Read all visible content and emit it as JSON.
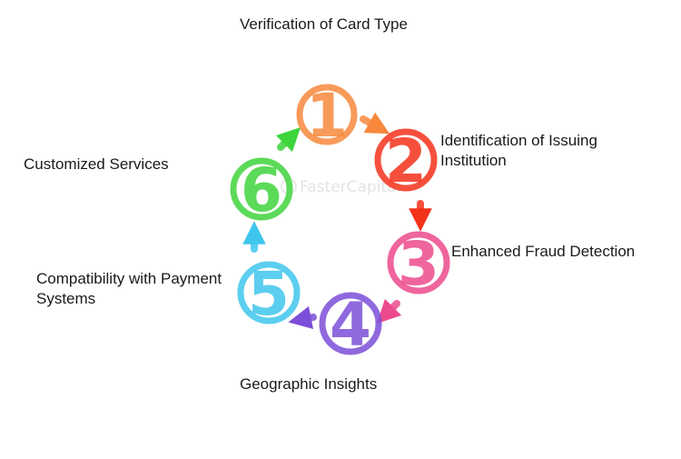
{
  "steps": [
    {
      "number": "1",
      "label": "Verification of Card Type",
      "color": "#f7883c"
    },
    {
      "number": "2",
      "label": "Identification of Issuing Institution",
      "color": "#f4311b"
    },
    {
      "number": "3",
      "label": "Enhanced Fraud Detection",
      "color": "#ec4a8c"
    },
    {
      "number": "4",
      "label": "Geographic Insights",
      "color": "#7b4fd8"
    },
    {
      "number": "5",
      "label": "Compatibility with Payment Systems",
      "color": "#3fc6ec"
    },
    {
      "number": "6",
      "label": "Customized Services",
      "color": "#3fd43c"
    }
  ],
  "watermark": "FasterCapital",
  "connectors": [
    {
      "from": "1",
      "to": "2",
      "color": "#f7883c"
    },
    {
      "from": "2",
      "to": "3",
      "color": "#f4311b"
    },
    {
      "from": "3",
      "to": "4",
      "color": "#ec4a8c"
    },
    {
      "from": "4",
      "to": "5",
      "color": "#7b4fd8"
    },
    {
      "from": "5",
      "to": "6",
      "color": "#3fc6ec"
    },
    {
      "from": "6",
      "to": "1",
      "color": "#3fd43c"
    }
  ]
}
